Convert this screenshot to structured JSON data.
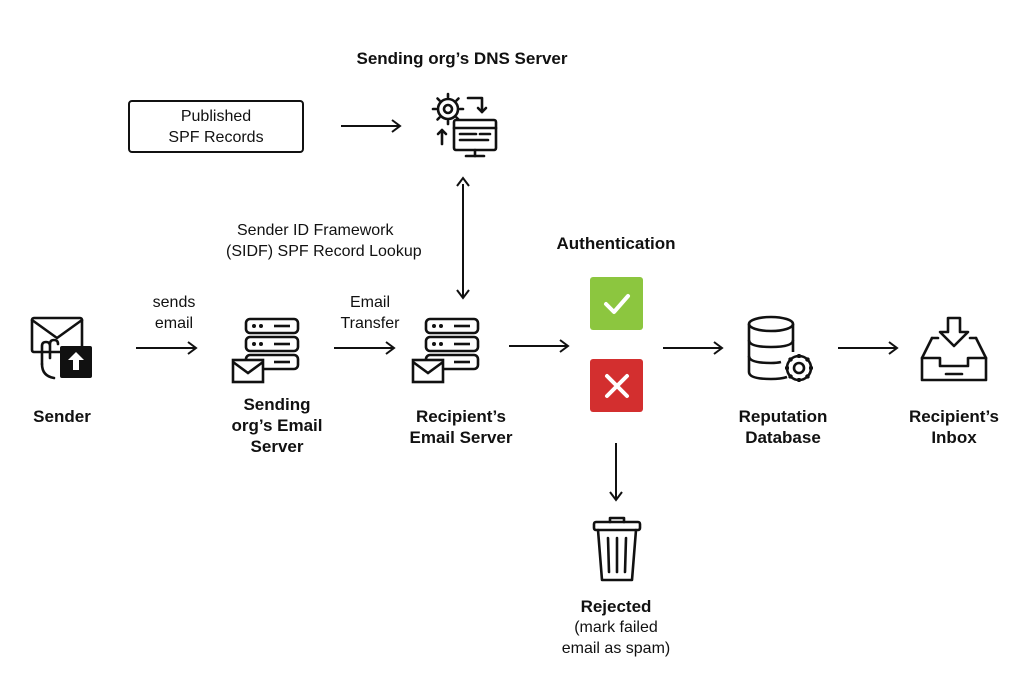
{
  "dns_server": {
    "title": "Sending org’s DNS Server"
  },
  "spf_box": {
    "line1": "Published",
    "line2": "SPF Records"
  },
  "sidf_label": {
    "line1": "Sender ID Framework",
    "line2": "(SIDF) SPF Record Lookup"
  },
  "authentication": {
    "title": "Authentication",
    "pass_color": "#8cc63f",
    "fail_color": "#d32f2f"
  },
  "sender": {
    "label": "Sender"
  },
  "sends_email": {
    "line1": "sends",
    "line2": "email"
  },
  "sending_server": {
    "line1": "Sending",
    "line2": "org’s Email",
    "line3": "Server"
  },
  "email_transfer": {
    "line1": "Email",
    "line2": "Transfer"
  },
  "recipient_server": {
    "line1": "Recipient’s",
    "line2": "Email Server"
  },
  "reputation_db": {
    "line1": "Reputation",
    "line2": "Database"
  },
  "recipient_inbox": {
    "line1": "Recipient’s",
    "line2": "Inbox"
  },
  "rejected": {
    "title": "Rejected",
    "line1": "(mark failed",
    "line2": "email as spam)"
  },
  "icons": [
    "dns-server-icon",
    "sender-email-icon",
    "email-server-icon",
    "check-icon",
    "cross-icon",
    "database-gear-icon",
    "inbox-download-icon",
    "trash-icon"
  ]
}
